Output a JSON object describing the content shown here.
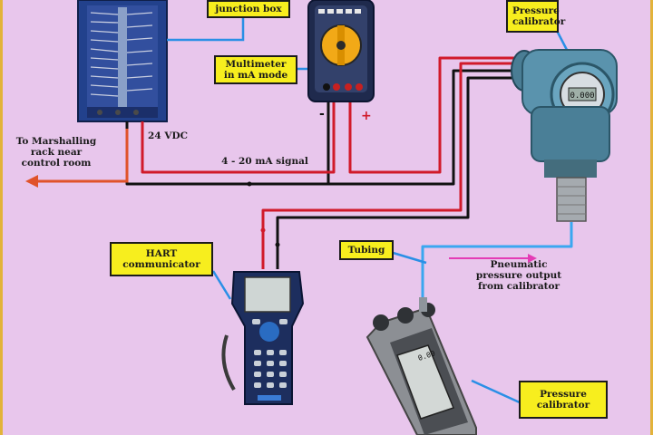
{
  "labels": {
    "junction_box": "junction box",
    "multimeter": [
      "Multimeter",
      "in mA mode"
    ],
    "pressure_transmitter_top": [
      "Pressure",
      "calibrator"
    ],
    "hart": [
      "HART",
      "communicator"
    ],
    "tubing": "Tubing",
    "pressure_calibrator_bottom": [
      "Pressure",
      "calibrator"
    ]
  },
  "annotations": {
    "marshalling": "To Marshalling\nrack near\ncontrol room",
    "vdc": "24 VDC",
    "signal": "4 - 20 mA signal",
    "pneumatic": "Pneumatic\npressure output\nfrom calibrator",
    "minus": "-",
    "plus": "+"
  },
  "device_text": {
    "transmitter_display": "0.000",
    "calibrator_display": "0.00"
  },
  "colors": {
    "background": "#e8c6ec",
    "label_fill": "#f7ee1e",
    "wire_red": "#d11a2a",
    "wire_black": "#111111",
    "leader_blue": "#2a8fe6",
    "arrow_orange": "#e0532a",
    "arrow_magenta": "#e43bb5"
  }
}
